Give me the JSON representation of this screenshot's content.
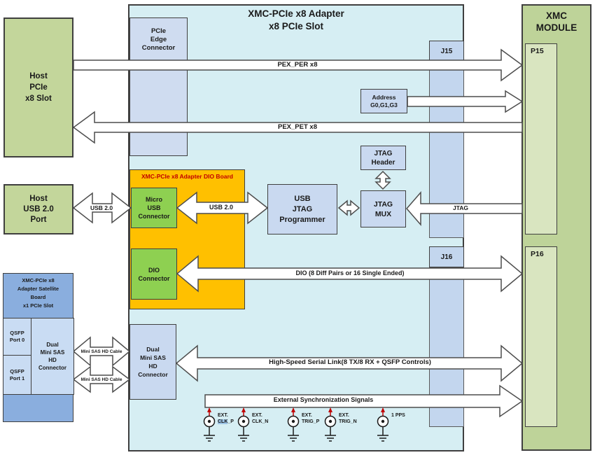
{
  "colors": {
    "adapter_bg": "#d6eef3",
    "dio_board_orange": "#ffc000",
    "connector_green": "#8ed051",
    "host_green": "#c3d69b",
    "module_green": "#bed399",
    "port_green": "#d9e5c0",
    "component_lavender": "#c9d9f0",
    "satellite_blue": "#8aaede",
    "satellite_cell_blue": "#c9dcf3",
    "dio_title_red": "#c00000",
    "sync_arrow_red": "#c00000",
    "clk_highlight_blue": "#9cc3e5"
  },
  "adapter": {
    "title": "XMC-PCIe x8 Adapter",
    "subtitle": "x8 PCIe Slot",
    "edge_connector": "PCIe\nEdge\nConnector",
    "j15": "J15",
    "j16": "J16",
    "usb_jtag_programmer": "USB\nJTAG\nProgrammer",
    "jtag_mux": "JTAG\nMUX",
    "jtag_header": "JTAG\nHeader",
    "address": "Address\nG0,G1,G3",
    "sas_connector": "Dual\nMini SAS\nHD\nConnector"
  },
  "dio_board": {
    "title": "XMC-PCIe x8 Adapter DIO Board",
    "micro_usb": "Micro\nUSB\nConnector",
    "dio_connector": "DIO\nConnector"
  },
  "host": {
    "pcie_slot": "Host\nPCIe\nx8 Slot",
    "usb_port": "Host\nUSB 2.0\nPort"
  },
  "satellite": {
    "title": "XMC-PCIe x8\nAdapter Satellite\nBoard\nx1 PCIe Slot",
    "qsfp0": "QSFP\nPort 0",
    "qsfp1": "QSFP\nPort 1",
    "sas_connector": "Dual\nMini SAS\nHD\nConnector"
  },
  "xmc": {
    "title": "XMC\nMODULE",
    "p15": "P15",
    "p16": "P16"
  },
  "arrows": {
    "pex_per": "PEX_PER x8",
    "pex_pet": "PEX_PET x8",
    "usb_host": "USB 2.0",
    "usb_board": "USB 2.0",
    "jtag": "JTAG",
    "dio": "DIO (8 Diff Pairs or 16 Single Ended)",
    "serial_link": "High-Speed Serial Link(8 TX/8 RX + QSFP Controls)",
    "ext_sync": "External Synchronization Signals",
    "sas_cable_top": "Mini SAS HD Cable",
    "sas_cable_bottom": "Mini SAS HD Cable"
  },
  "sync": {
    "items": [
      {
        "line1": "EXT.",
        "hl": "CLK",
        "rest": "_P"
      },
      {
        "line1": "EXT.",
        "hl": "",
        "rest": "CLK_N"
      },
      {
        "line1": "EXT.",
        "hl": "",
        "rest": "TRIG_P"
      },
      {
        "line1": "EXT.",
        "hl": "",
        "rest": "TRIG_N"
      },
      {
        "line1": "",
        "hl": "",
        "rest": "1 PPS"
      }
    ]
  }
}
